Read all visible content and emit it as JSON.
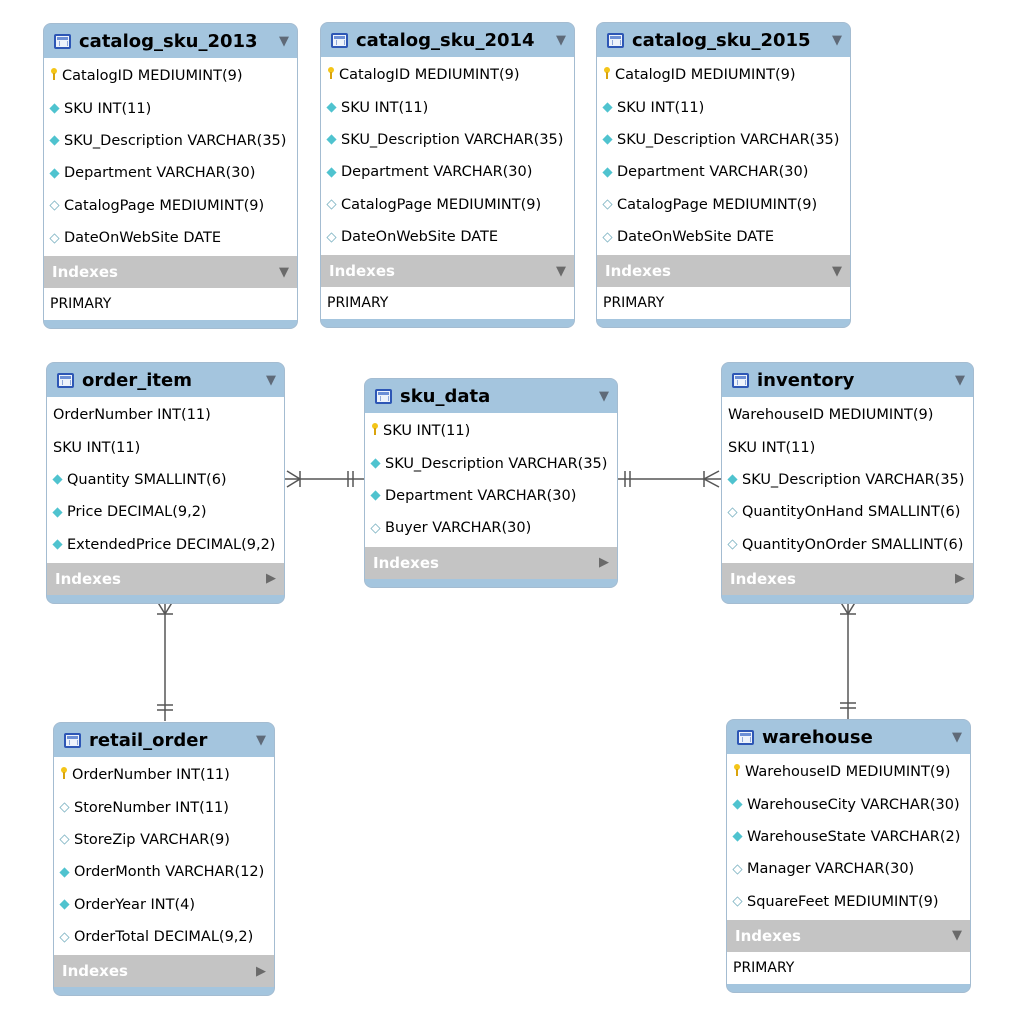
{
  "tables": {
    "catalog_sku_2013": {
      "name": "catalog_sku_2013",
      "columns": [
        {
          "text": "CatalogID MEDIUMINT(9)",
          "marker": "key"
        },
        {
          "text": "SKU INT(11)",
          "marker": "filled"
        },
        {
          "text": "SKU_Description VARCHAR(35)",
          "marker": "filled"
        },
        {
          "text": "Department VARCHAR(30)",
          "marker": "filled"
        },
        {
          "text": "CatalogPage MEDIUMINT(9)",
          "marker": "empty"
        },
        {
          "text": "DateOnWebSite DATE",
          "marker": "empty"
        }
      ],
      "indexes_label": "Indexes",
      "indexes": [
        "PRIMARY"
      ]
    },
    "catalog_sku_2014": {
      "name": "catalog_sku_2014",
      "columns": [
        {
          "text": "CatalogID MEDIUMINT(9)",
          "marker": "key"
        },
        {
          "text": "SKU INT(11)",
          "marker": "filled"
        },
        {
          "text": "SKU_Description VARCHAR(35)",
          "marker": "filled"
        },
        {
          "text": "Department VARCHAR(30)",
          "marker": "filled"
        },
        {
          "text": "CatalogPage MEDIUMINT(9)",
          "marker": "empty"
        },
        {
          "text": "DateOnWebSite DATE",
          "marker": "empty"
        }
      ],
      "indexes_label": "Indexes",
      "indexes": [
        "PRIMARY"
      ]
    },
    "catalog_sku_2015": {
      "name": "catalog_sku_2015",
      "columns": [
        {
          "text": "CatalogID MEDIUMINT(9)",
          "marker": "key"
        },
        {
          "text": "SKU INT(11)",
          "marker": "filled"
        },
        {
          "text": "SKU_Description VARCHAR(35)",
          "marker": "filled"
        },
        {
          "text": "Department VARCHAR(30)",
          "marker": "filled"
        },
        {
          "text": "CatalogPage MEDIUMINT(9)",
          "marker": "empty"
        },
        {
          "text": "DateOnWebSite DATE",
          "marker": "empty"
        }
      ],
      "indexes_label": "Indexes",
      "indexes": [
        "PRIMARY"
      ]
    },
    "order_item": {
      "name": "order_item",
      "columns": [
        {
          "text": "OrderNumber INT(11)",
          "marker": "none"
        },
        {
          "text": "SKU INT(11)",
          "marker": "none"
        },
        {
          "text": "Quantity SMALLINT(6)",
          "marker": "filled"
        },
        {
          "text": "Price DECIMAL(9,2)",
          "marker": "filled"
        },
        {
          "text": "ExtendedPrice DECIMAL(9,2)",
          "marker": "filled"
        }
      ],
      "indexes_label": "Indexes",
      "indexes": []
    },
    "sku_data": {
      "name": "sku_data",
      "columns": [
        {
          "text": "SKU INT(11)",
          "marker": "key"
        },
        {
          "text": "SKU_Description VARCHAR(35)",
          "marker": "filled"
        },
        {
          "text": "Department VARCHAR(30)",
          "marker": "filled"
        },
        {
          "text": "Buyer VARCHAR(30)",
          "marker": "empty"
        }
      ],
      "indexes_label": "Indexes",
      "indexes": []
    },
    "inventory": {
      "name": "inventory",
      "columns": [
        {
          "text": "WarehouseID MEDIUMINT(9)",
          "marker": "none"
        },
        {
          "text": "SKU INT(11)",
          "marker": "none"
        },
        {
          "text": "SKU_Description VARCHAR(35)",
          "marker": "filled"
        },
        {
          "text": "QuantityOnHand SMALLINT(6)",
          "marker": "empty"
        },
        {
          "text": "QuantityOnOrder SMALLINT(6)",
          "marker": "empty"
        }
      ],
      "indexes_label": "Indexes",
      "indexes": []
    },
    "retail_order": {
      "name": "retail_order",
      "columns": [
        {
          "text": "OrderNumber INT(11)",
          "marker": "key"
        },
        {
          "text": "StoreNumber INT(11)",
          "marker": "empty"
        },
        {
          "text": "StoreZip VARCHAR(9)",
          "marker": "empty"
        },
        {
          "text": "OrderMonth VARCHAR(12)",
          "marker": "filled"
        },
        {
          "text": "OrderYear INT(4)",
          "marker": "filled"
        },
        {
          "text": "OrderTotal DECIMAL(9,2)",
          "marker": "empty"
        }
      ],
      "indexes_label": "Indexes",
      "indexes": []
    },
    "warehouse": {
      "name": "warehouse",
      "columns": [
        {
          "text": "WarehouseID MEDIUMINT(9)",
          "marker": "key"
        },
        {
          "text": "WarehouseCity VARCHAR(30)",
          "marker": "filled"
        },
        {
          "text": "WarehouseState VARCHAR(2)",
          "marker": "filled"
        },
        {
          "text": "Manager VARCHAR(30)",
          "marker": "empty"
        },
        {
          "text": "SquareFeet MEDIUMINT(9)",
          "marker": "empty"
        }
      ],
      "indexes_label": "Indexes",
      "indexes": [
        "PRIMARY"
      ]
    }
  },
  "relationships": [
    {
      "from": "order_item",
      "to": "sku_data",
      "cardinality": "many-to-one"
    },
    {
      "from": "inventory",
      "to": "sku_data",
      "cardinality": "many-to-one"
    },
    {
      "from": "order_item",
      "to": "retail_order",
      "cardinality": "many-to-one"
    },
    {
      "from": "inventory",
      "to": "warehouse",
      "cardinality": "many-to-one"
    }
  ],
  "colors": {
    "header": "#a4c5de",
    "indexes_bar": "#c4c4c4",
    "key_icon": "#f4c518",
    "column_marker": "#4fc3cf",
    "connector": "#555555"
  }
}
